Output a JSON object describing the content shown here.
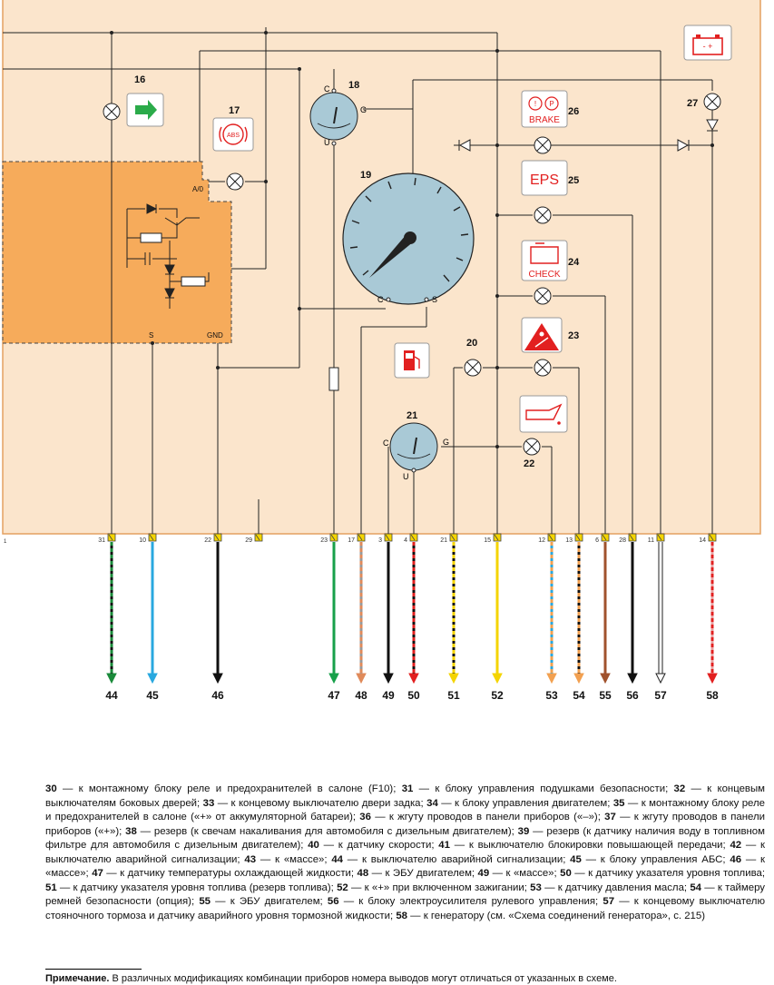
{
  "components": {
    "c16": "16",
    "c17": "17",
    "c18": "18",
    "c19": "19",
    "c20": "20",
    "c21": "21",
    "c22": "22",
    "c23": "23",
    "c24": "24",
    "c25": "25",
    "c26": "26",
    "c27": "27"
  },
  "gauge_labels": {
    "g18_c": "C",
    "g18_g": "G",
    "g18_u": "U",
    "g19_c": "C",
    "g19_s": "S",
    "g21_c": "C",
    "g21_g": "G",
    "g21_u": "U"
  },
  "ecu_labels": {
    "ao": "A/0",
    "s": "S",
    "gnd": "GND"
  },
  "warning_labels": {
    "abs": "ABS",
    "brake": "BRAKE",
    "eps": "EPS",
    "check": "CHECK"
  },
  "battery_symbol": "- +",
  "pins": [
    {
      "num": "31",
      "term": "44",
      "color": "#1a8a3a",
      "pattern": "dash",
      "base": "#111"
    },
    {
      "num": "10",
      "term": "45",
      "color": "#29a8df",
      "pattern": "solid",
      "base": ""
    },
    {
      "num": "22",
      "term": "46",
      "color": "#111111",
      "pattern": "solid",
      "base": ""
    },
    {
      "num": "29",
      "term": "",
      "color": "",
      "pattern": "none",
      "base": ""
    },
    {
      "num": "23",
      "term": "47",
      "color": "#17a04a",
      "pattern": "solid",
      "base": ""
    },
    {
      "num": "17",
      "term": "48",
      "color": "#e08a5a",
      "pattern": "dash",
      "base": "#999"
    },
    {
      "num": "3",
      "term": "49",
      "color": "#111111",
      "pattern": "solid",
      "base": ""
    },
    {
      "num": "4",
      "term": "50",
      "color": "#e22020",
      "pattern": "dash",
      "base": "#111"
    },
    {
      "num": "21",
      "term": "51",
      "color": "#f4d400",
      "pattern": "dash",
      "base": "#111"
    },
    {
      "num": "15",
      "term": "52",
      "color": "#f4d400",
      "pattern": "solid",
      "base": ""
    },
    {
      "num": "12",
      "term": "53",
      "color": "#f2a050",
      "pattern": "dash",
      "base": "#29a8df"
    },
    {
      "num": "13",
      "term": "54",
      "color": "#f2a050",
      "pattern": "dash",
      "base": "#111"
    },
    {
      "num": "6",
      "term": "55",
      "color": "#a0522d",
      "pattern": "solid",
      "base": ""
    },
    {
      "num": "28",
      "term": "56",
      "color": "#111111",
      "pattern": "solid",
      "base": ""
    },
    {
      "num": "11",
      "term": "57",
      "color": "#ffffff",
      "pattern": "hollow",
      "base": ""
    },
    {
      "num": "14",
      "term": "58",
      "color": "#e22020",
      "pattern": "dash",
      "base": "#e8a0a0"
    }
  ],
  "legend": [
    {
      "n": "30",
      "t": " — к монтажному блоку реле и предохранителей в салоне (F10); "
    },
    {
      "n": "31",
      "t": " — к  блоку управления подушками безопасности; "
    },
    {
      "n": "32",
      "t": " — к концевым выключателям боковых дверей; "
    },
    {
      "n": "33",
      "t": " — к концевому выключателю двери задка; "
    },
    {
      "n": "34",
      "t": " — к блоку управления двигателем; "
    },
    {
      "n": "35",
      "t": " — к монтажному блоку реле и предохранителей в салоне («+» от аккумуляторной батареи); "
    },
    {
      "n": "36",
      "t": " — к жгуту проводов в панели приборов («–»); "
    },
    {
      "n": "37",
      "t": " — к жгуту проводов в панели приборов («+»); "
    },
    {
      "n": "38",
      "t": " — резерв (к свечам накаливания для автомобиля с дизельным двигателем); "
    },
    {
      "n": "39",
      "t": " — резерв (к датчику наличия воду в топливном фильтре для автомобиля с дизельным двигателем); "
    },
    {
      "n": "40",
      "t": " — к датчику скорости; "
    },
    {
      "n": "41",
      "t": " — к выключателю блокировки повышающей передачи; "
    },
    {
      "n": "42",
      "t": " — к выключателю аварийной сигнализации; "
    },
    {
      "n": "43",
      "t": " — к «массе»; "
    },
    {
      "n": "44",
      "t": " — к выключателю аварийной сигнализации; "
    },
    {
      "n": "45",
      "t": " — к блоку управления АБС; "
    },
    {
      "n": "46",
      "t": " — к «массе»; "
    },
    {
      "n": "47",
      "t": " — к датчику температуры охлаждающей жидкости; "
    },
    {
      "n": "48",
      "t": " — к ЭБУ двигателем; "
    },
    {
      "n": "49",
      "t": " — к «массе»; "
    },
    {
      "n": "50",
      "t": " — к датчику указателя уровня топлива; "
    },
    {
      "n": "51",
      "t": " — к датчику указателя уровня топлива (резерв топлива); "
    },
    {
      "n": "52",
      "t": " — к «+» при включенном зажигании; "
    },
    {
      "n": "53",
      "t": " — к датчику давления масла; "
    },
    {
      "n": "54",
      "t": " — к таймеру ремней безопасности (опция); "
    },
    {
      "n": "55",
      "t": " — к ЭБУ двигателем; "
    },
    {
      "n": "56",
      "t": " — к блоку электроусилителя рулевого управления; "
    },
    {
      "n": "57",
      "t": " — к концевому выключателю стояночного тормоза и датчику аварийного уровня тормозной жидкости; "
    },
    {
      "n": "58",
      "t": " — к генератору (см. «Схема соединений генератора», с. 215)"
    }
  ],
  "note": {
    "label": "Примечание.",
    "text": " В различных модификациях комбинации приборов номера выводов могут отличаться от указанных в схеме."
  },
  "page_left_marker": "1"
}
